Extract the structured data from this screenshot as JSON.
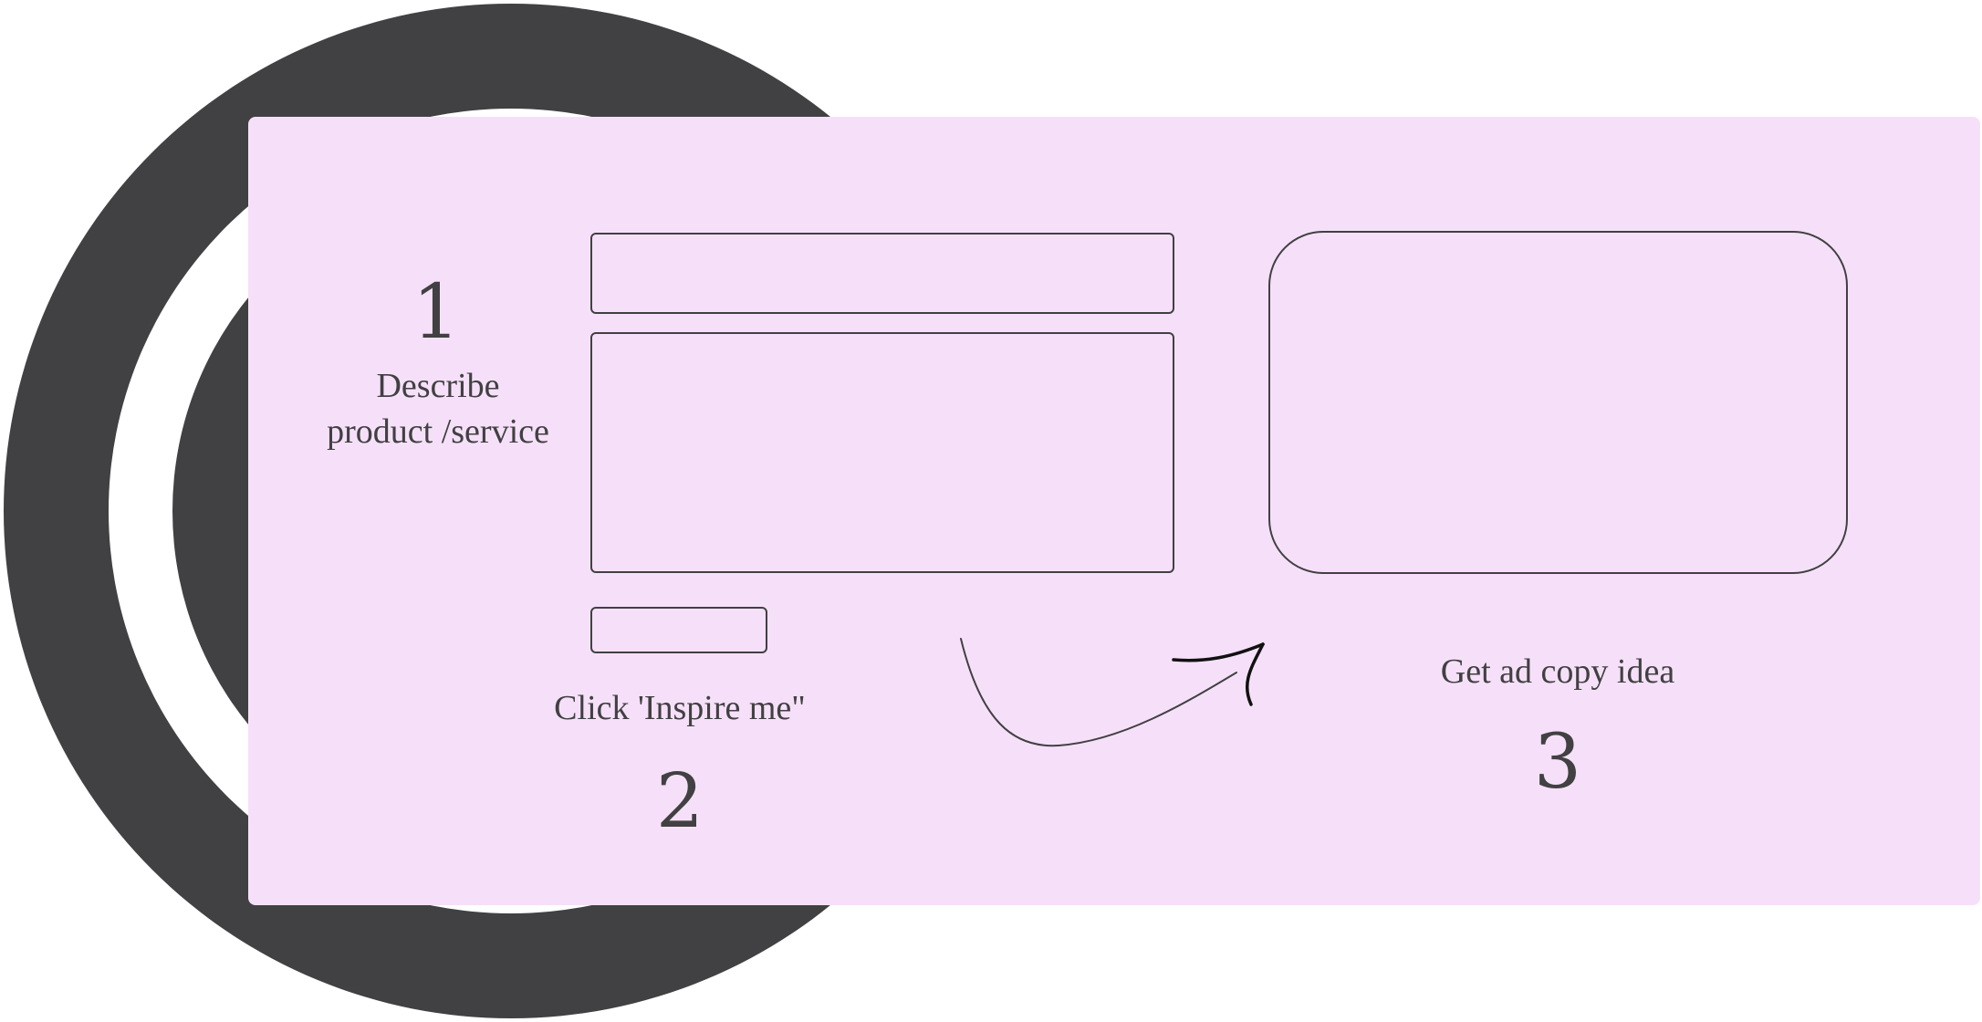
{
  "steps": [
    {
      "number": "1",
      "label_line1": "Describe",
      "label_line2": "product /service"
    },
    {
      "number": "2",
      "label": "Click 'Inspire me\""
    },
    {
      "number": "3",
      "label": "Get ad copy idea"
    }
  ],
  "colors": {
    "ring": "#414042",
    "card": "#f6e0f9",
    "outline": "#414042",
    "text": "#414042"
  },
  "icons": {
    "arrow": "curved-arrow-icon"
  }
}
